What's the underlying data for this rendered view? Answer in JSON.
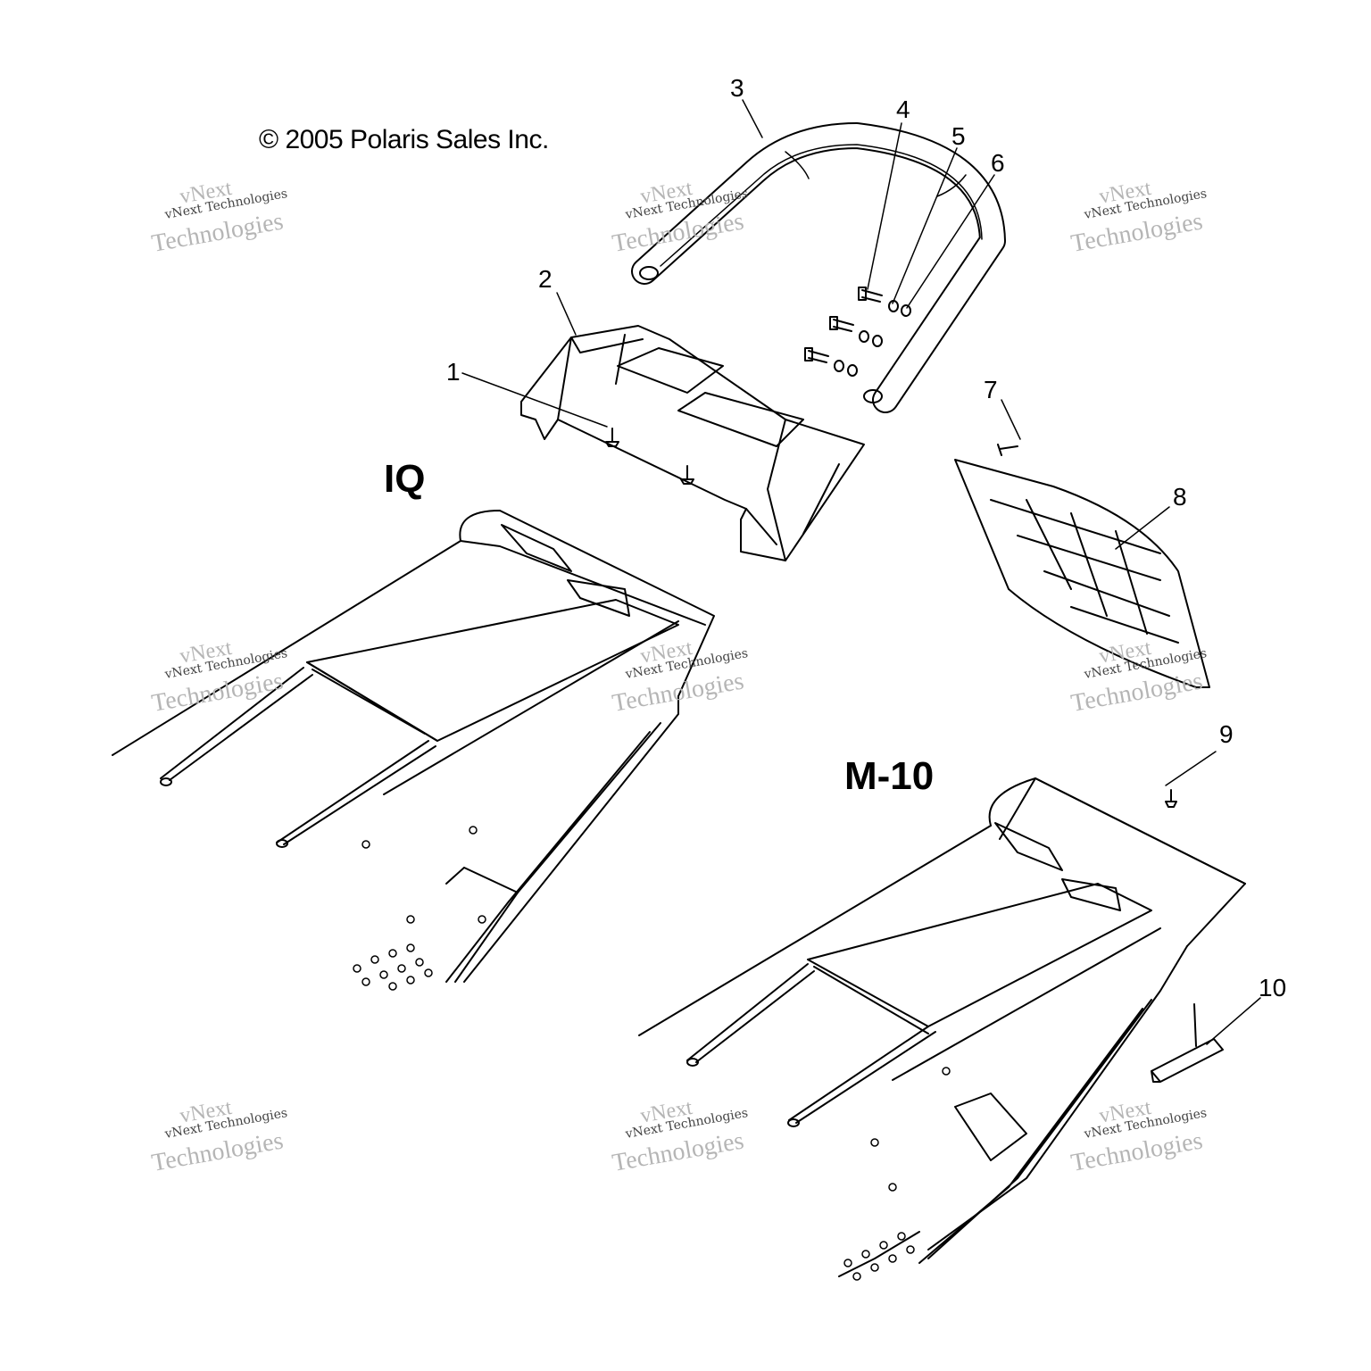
{
  "copyright": "© 2005 Polaris Sales Inc.",
  "models": {
    "iq": "IQ",
    "m10": "M-10"
  },
  "watermark": {
    "line1": "vNext",
    "line2": "vNext Technologies",
    "line3": "Technologies"
  },
  "callouts": [
    "1",
    "2",
    "3",
    "4",
    "5",
    "6",
    "7",
    "8",
    "9",
    "10"
  ],
  "colors": {
    "ink": "#000000",
    "watermark": "#b5b5b5",
    "background": "#ffffff"
  }
}
